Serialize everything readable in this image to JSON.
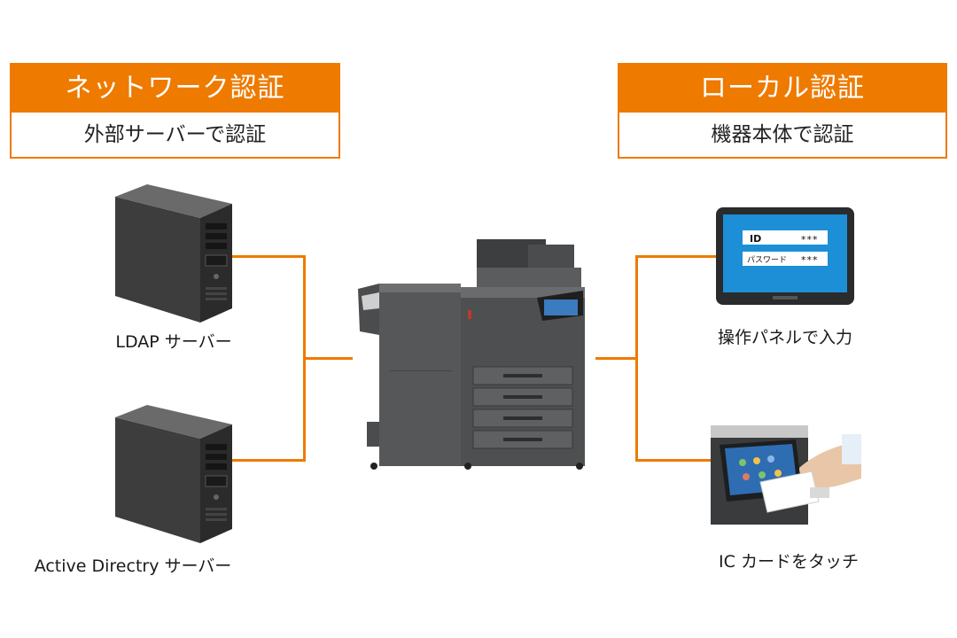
{
  "network_auth": {
    "title": "ネットワーク認証",
    "subtitle": "外部サーバーで認証"
  },
  "local_auth": {
    "title": "ローカル認証",
    "subtitle": "機器本体で認証"
  },
  "servers": [
    {
      "label": "LDAP サーバー",
      "icon": "tower-server-icon"
    },
    {
      "label": "Active Directry サーバー",
      "icon": "tower-server-icon"
    }
  ],
  "center_device": {
    "icon": "multifunction-printer-icon"
  },
  "panel": {
    "id_label": "ID",
    "id_value": "***",
    "password_label": "パスワード",
    "password_value": "***",
    "caption": "操作パネルで入力"
  },
  "ic_card": {
    "caption": "IC カードをタッチ"
  },
  "colors": {
    "accent": "#ee7a00",
    "panel_screen": "#1c8fd6"
  }
}
